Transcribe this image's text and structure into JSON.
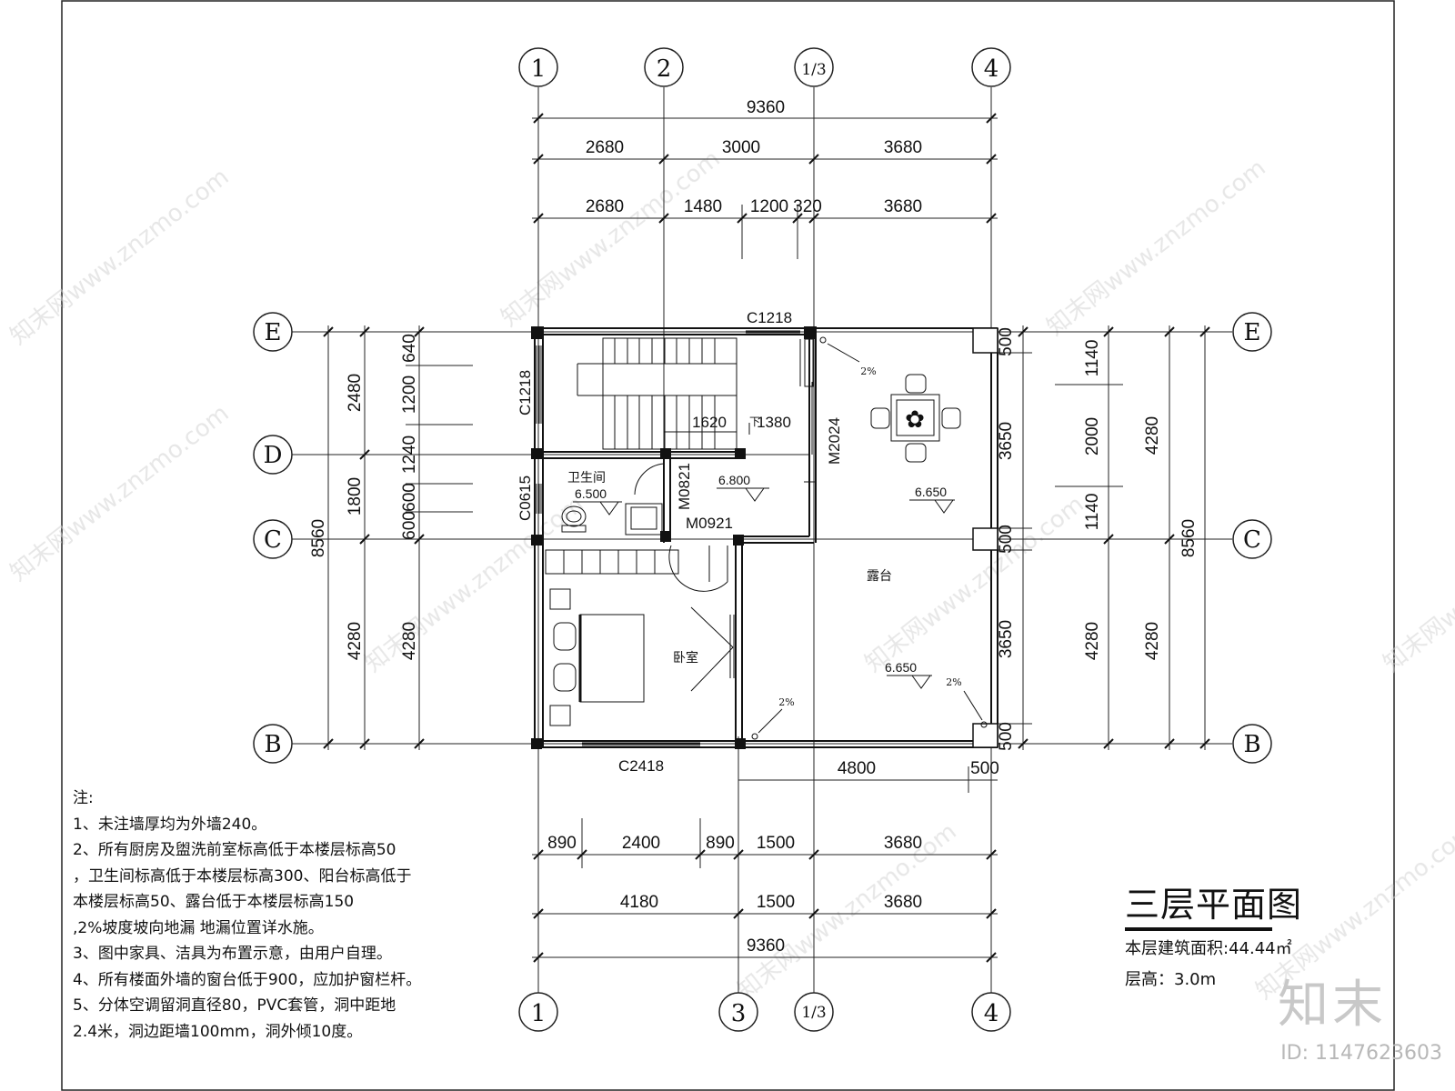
{
  "plan": {
    "grid_top": [
      "1",
      "2",
      "1/3",
      "4"
    ],
    "grid_bottom": [
      "1",
      "3",
      "1/3",
      "4"
    ],
    "grid_left": [
      "E",
      "D",
      "C",
      "B"
    ],
    "grid_right": [
      "E",
      "C",
      "B"
    ],
    "dims_top": {
      "total": "9360",
      "row2": [
        "2680",
        "3000",
        "3680"
      ],
      "row3": [
        "2680",
        "1480",
        "1200",
        "320",
        "3680"
      ]
    },
    "dims_bottom": {
      "row0": [
        "4800",
        "500"
      ],
      "row1": [
        "890",
        "2400",
        "890",
        "1500",
        "3680"
      ],
      "row2": [
        "4180",
        "1500",
        "3680"
      ],
      "total": "9360"
    },
    "dims_left": {
      "total": "8560",
      "col2": [
        "2480",
        "1800",
        "4280"
      ],
      "col3": [
        "640",
        "1200",
        "1240",
        "600",
        "600",
        "4280"
      ]
    },
    "dims_right": {
      "total": "8560",
      "col3": [
        "4280",
        "4280"
      ],
      "col2": [
        "1140",
        "2000",
        "1140",
        "4280"
      ],
      "col1": [
        "500",
        "3650",
        "500",
        "3650",
        "500"
      ]
    },
    "stair_dims": [
      "1620",
      "1380"
    ],
    "stair_down": "下",
    "windows": [
      "C1218",
      "C1218",
      "C0615",
      "C2418"
    ],
    "doors": [
      "M0821",
      "M0921",
      "M2024"
    ],
    "rooms": {
      "bathroom": "卫生间",
      "bedroom": "卧室",
      "terrace": "露台"
    },
    "levels": [
      "6.500",
      "6.800",
      "6.650",
      "6.650"
    ],
    "slopes": [
      "2%",
      "2%",
      "2%"
    ]
  },
  "notes": {
    "heading": "注:",
    "lines": [
      "1、未注墙厚均为外墙240。",
      "2、所有厨房及盥洗前室标高低于本楼层标高50",
      "，卫生间标高低于本楼层标高300、阳台标高低于",
      "本楼层标高50、露台低于本楼层标高150",
      ",2%坡度坡向地漏 地漏位置详水施。",
      "3、图中家具、洁具为布置示意，由用户自理。",
      "4、所有楼面外墙的窗台低于900，应加护窗栏杆。",
      "5、分体空调留洞直径80，PVC套管，洞中距地",
      "2.4米，洞边距墙100mm，洞外倾10度。"
    ]
  },
  "title_block": {
    "title": "三层平面图",
    "area": "本层建筑面积:44.44㎡",
    "height": "层高：3.0m"
  },
  "watermark": {
    "text": "知末网www.znzmo.com",
    "logo": "知末",
    "image_id": "ID: 1147623603"
  }
}
